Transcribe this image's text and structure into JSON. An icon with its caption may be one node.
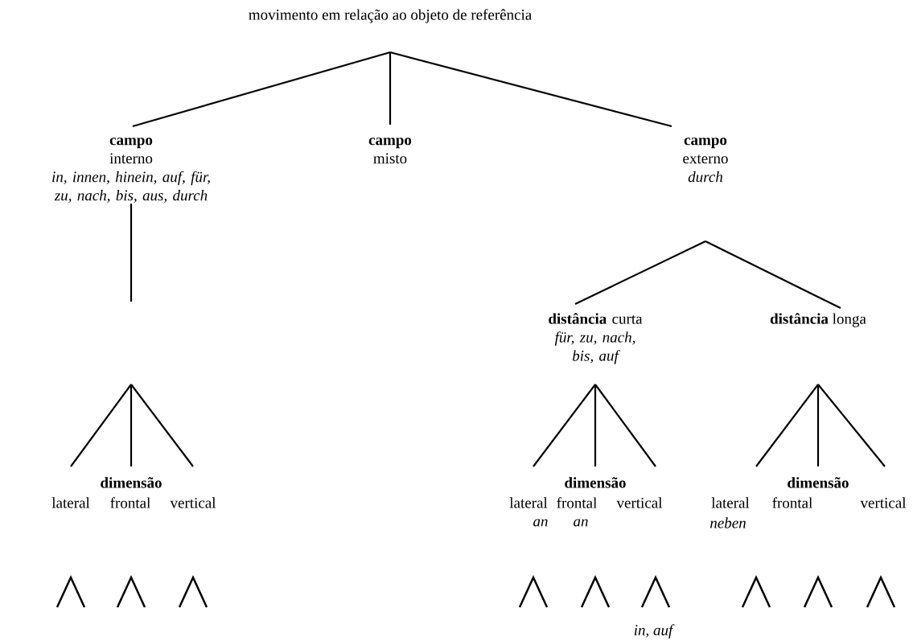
{
  "diagram": {
    "nodes": [
      {
        "text": [
          "movimento em relação ao objeto de referência"
        ]
      },
      {
        "text": [
          "campo",
          "interno",
          "in, innen, hinein, auf, für, zu, nach, bis, aus, durch"
        ]
      },
      {
        "text": [
          "campo",
          "misto"
        ]
      },
      {
        "text": [
          "campo",
          "externo",
          "durch"
        ]
      },
      {
        "text": [
          "**distância** curta",
          "für, zu, nach, bis, auf"
        ]
      },
      {
        "text": [
          "**distância** longa"
        ]
      },
      {
        "text": [
          "dimensão",
          "lateral",
          "frontal",
          "vertical"
        ]
      },
      {
        "text": [
          "dimensão",
          "lateral",
          "frontal",
          "vertical",
          "an",
          "an"
        ]
      },
      {
        "text": [
          "dimensão",
          "lateral",
          "frontal",
          "vertical",
          "neben"
        ]
      }
    ],
    "edges": [
      {
        "from": 0,
        "to": 1,
        "arrow": "none"
      },
      {
        "from": 0,
        "to": 2,
        "arrow": "none"
      },
      {
        "from": 0,
        "to": 3,
        "arrow": "none"
      },
      {
        "from": 1,
        "to": null,
        "arrow": "none"
      },
      {
        "from": null,
        "to": 6,
        "arrow": "none"
      },
      {
        "from": 3,
        "to": 4,
        "arrow": "none"
      },
      {
        "from": 3,
        "to": 5,
        "arrow": "none"
      },
      {
        "from": null,
        "to": 7,
        "arrow": "none"
      },
      {
        "from": null,
        "to": 8,
        "arrow": "none"
      }
    ],
    "labels": [
      "in, auf"
    ]
  }
}
